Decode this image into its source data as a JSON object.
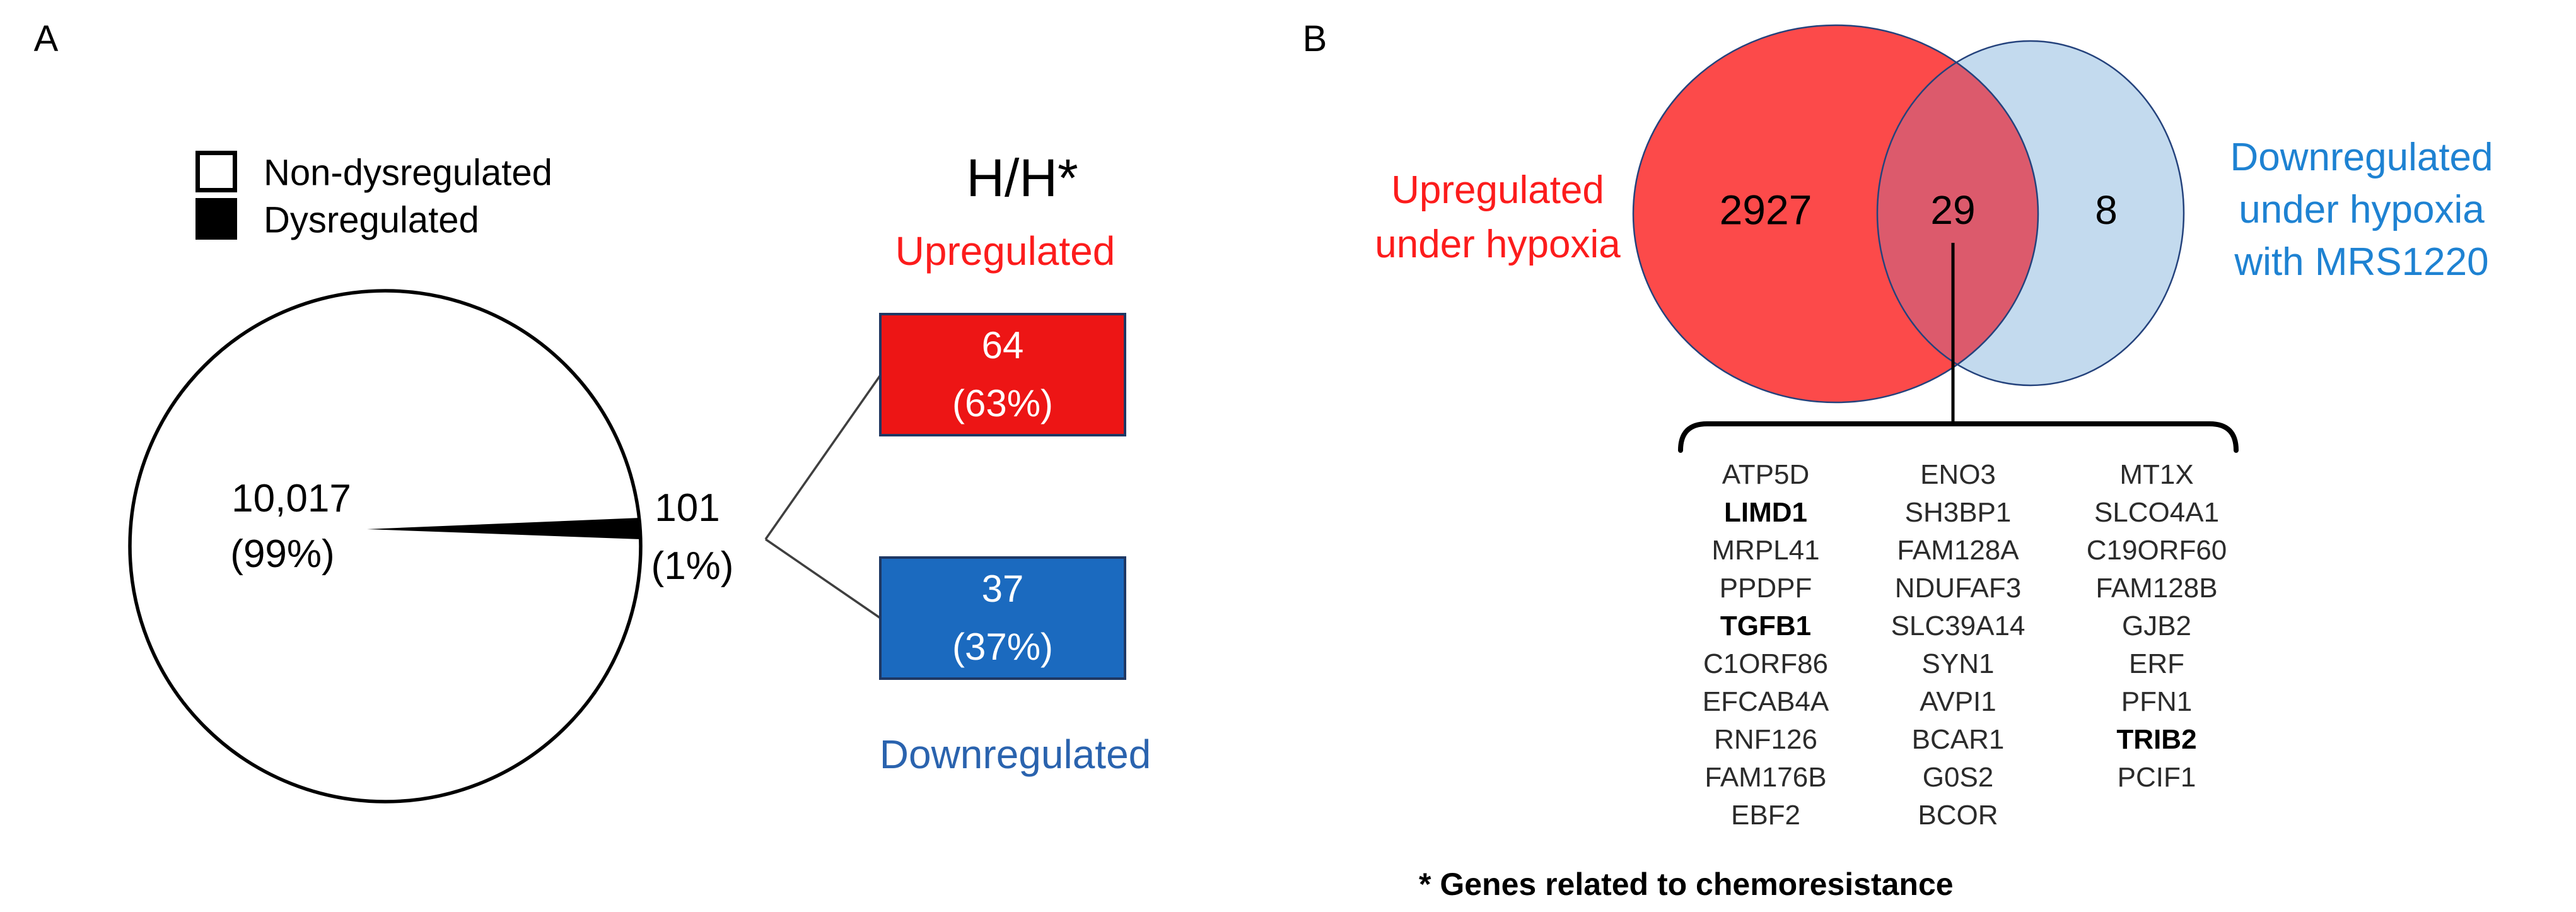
{
  "panel_a": {
    "label": "A",
    "legend": {
      "items": [
        {
          "label": "Non-dysregulated",
          "swatch": "white"
        },
        {
          "label": "Dysregulated",
          "swatch": "black"
        }
      ]
    },
    "pie": {
      "major_value": "10,017",
      "major_pct": "(99%)",
      "minor_value": "101",
      "minor_pct": "(1%)"
    },
    "hh_title": "H/H*",
    "upregulated_label": "Upregulated",
    "up_value": "64",
    "up_pct": "(63%)",
    "down_value": "37",
    "down_pct": "(37%)",
    "downregulated_label": "Downregulated"
  },
  "panel_b": {
    "label": "B",
    "left_label": [
      "Upregulated",
      "under hypoxia"
    ],
    "left_count": "2927",
    "overlap_count": "29",
    "right_count": "8",
    "right_label": [
      "Downregulated",
      "under hypoxia",
      "with MRS1220"
    ],
    "genes": {
      "col1": [
        "ATP5D",
        "LIMD1",
        "MRPL41",
        "PPDPF",
        "TGFB1",
        "C1ORF86",
        "EFCAB4A",
        "RNF126",
        "FAM176B",
        "EBF2"
      ],
      "col2": [
        "ENO3",
        "SH3BP1",
        "FAM128A",
        "NDUFAF3",
        "SLC39A14",
        "SYN1",
        "AVPI1",
        "BCAR1",
        "G0S2",
        "BCOR"
      ],
      "col3": [
        "MT1X",
        "SLCO4A1",
        "C19ORF60",
        "FAM128B",
        "GJB2",
        "ERF",
        "PFN1",
        "TRIB2",
        "PCIF1"
      ]
    },
    "bold_genes": [
      "LIMD1",
      "TGFB1",
      "TRIB2"
    ],
    "footnote": "* Genes related to chemoresistance"
  },
  "colors": {
    "box_red": "#ED1515",
    "box_blue": "#1B6ABF",
    "box_border": "#1F3864",
    "venn_red": "#FC4A4A",
    "venn_blue": "#C3DAEE",
    "venn_overlap": "#DC5A6C",
    "venn_stroke": "#24427C",
    "label_red": "#FC1C1C",
    "label_blue": "#1E82D2",
    "downregulated_label_blue": "#2A63AE",
    "connector_gray": "#3F3F3F"
  },
  "chart_data": [
    {
      "type": "pie",
      "title": "H/H*",
      "categories": [
        "Non-dysregulated",
        "Dysregulated"
      ],
      "values": [
        10017,
        101
      ],
      "percent_labels": [
        "(99%)",
        "(1%)"
      ],
      "legend_position": "top-left",
      "breakdown_of_dysregulated": {
        "Upregulated": {
          "count": 64,
          "pct": "63%"
        },
        "Downregulated": {
          "count": 37,
          "pct": "37%"
        }
      }
    },
    {
      "type": "venn",
      "sets": [
        {
          "name": "Upregulated under hypoxia",
          "unique_count": 2927,
          "color": "#FC4A4A"
        },
        {
          "name": "Downregulated under hypoxia with MRS1220",
          "unique_count": 8,
          "color": "#C3DAEE"
        }
      ],
      "overlap_count": 29,
      "overlap_genes": [
        "ATP5D",
        "LIMD1",
        "MRPL41",
        "PPDPF",
        "TGFB1",
        "C1ORF86",
        "EFCAB4A",
        "RNF126",
        "FAM176B",
        "EBF2",
        "ENO3",
        "SH3BP1",
        "FAM128A",
        "NDUFAF3",
        "SLC39A14",
        "SYN1",
        "AVPI1",
        "BCAR1",
        "G0S2",
        "BCOR",
        "MT1X",
        "SLCO4A1",
        "C19ORF60",
        "FAM128B",
        "GJB2",
        "ERF",
        "PFN1",
        "TRIB2",
        "PCIF1"
      ],
      "chemoresistance_genes": [
        "LIMD1",
        "TGFB1",
        "TRIB2"
      ],
      "note": "* Genes related to chemoresistance"
    }
  ]
}
